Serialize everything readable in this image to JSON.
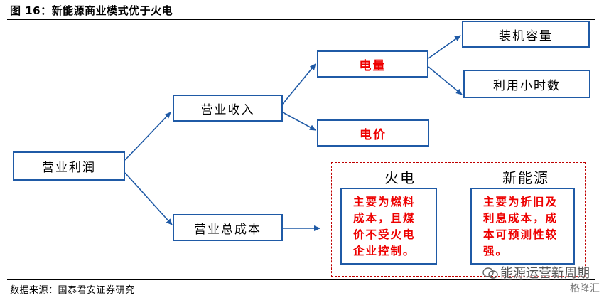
{
  "figure": {
    "title": "图 16：新能源商业模式优于火电",
    "source": "数据来源：国泰君安证券研究"
  },
  "nodes": {
    "operating_profit": "营业利润",
    "operating_revenue": "营业收入",
    "total_operating_cost": "营业总成本",
    "electricity_volume": "电量",
    "electricity_price": "电价",
    "installed_capacity": "装机容量",
    "utilization_hours": "利用小时数"
  },
  "comparison": {
    "thermal": {
      "heading": "火电",
      "note": "主要为燃料成本，且煤价不受火电企业控制。"
    },
    "renewable": {
      "heading": "新能源",
      "note": "主要为折旧及利息成本，成本可预测性较强。"
    }
  },
  "watermark": {
    "text": "能源运营新周期",
    "sub": "格隆汇"
  },
  "colors": {
    "box_border": "#1f5aa6",
    "arrow": "#1f5aa6",
    "highlight_text": "#ee0000",
    "dashed_frame": "#c00000"
  }
}
